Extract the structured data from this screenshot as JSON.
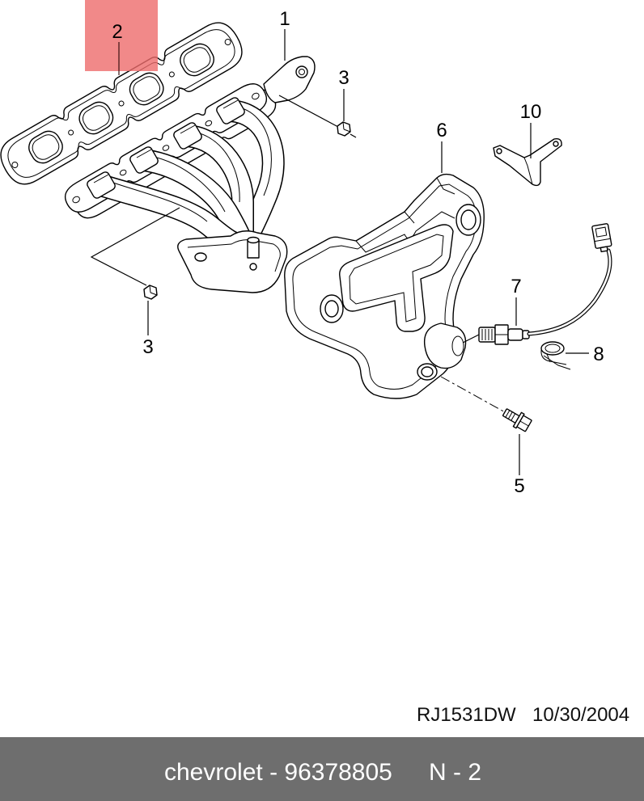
{
  "callouts": {
    "c1": "1",
    "c2": "2",
    "c3_upper": "3",
    "c3_lower": "3",
    "c5": "5",
    "c6": "6",
    "c7": "7",
    "c8": "8",
    "c10": "10"
  },
  "colors": {
    "highlight": "#ee6b6b",
    "highlight_label": "#9b1c1c",
    "footer_bar": "#6e6e6e",
    "line": "#000000"
  },
  "drawing_info": {
    "code": "RJ1531DW",
    "date": "10/30/2004"
  },
  "footer": {
    "brand_part": "chevrolet - 96378805",
    "position": "N - 2"
  }
}
